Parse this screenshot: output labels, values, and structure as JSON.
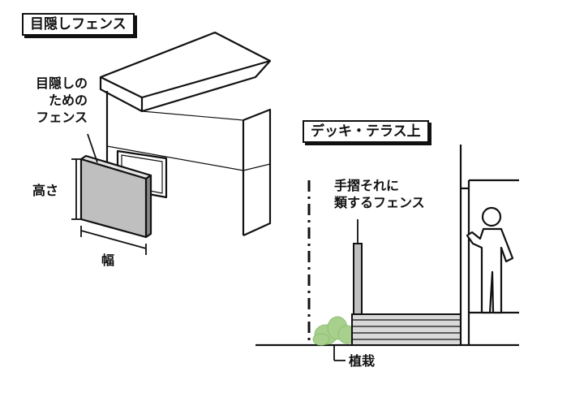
{
  "labels": {
    "section_screen_fence": "目隠しフェンス",
    "section_deck_terrace": "デッキ・テラス上",
    "screen_fence_callout": [
      "目隠しの",
      "ための",
      "フェンス"
    ],
    "height": "高さ",
    "width": "幅",
    "handrail_fence": [
      "手摺それに",
      "類するフェンス"
    ],
    "planting": "植栽"
  },
  "colors": {
    "line": "#111111",
    "fence_fill": "#bfbfbf",
    "deck_fill": "#d9d9d9",
    "plant_fill": "#a8d08d"
  }
}
